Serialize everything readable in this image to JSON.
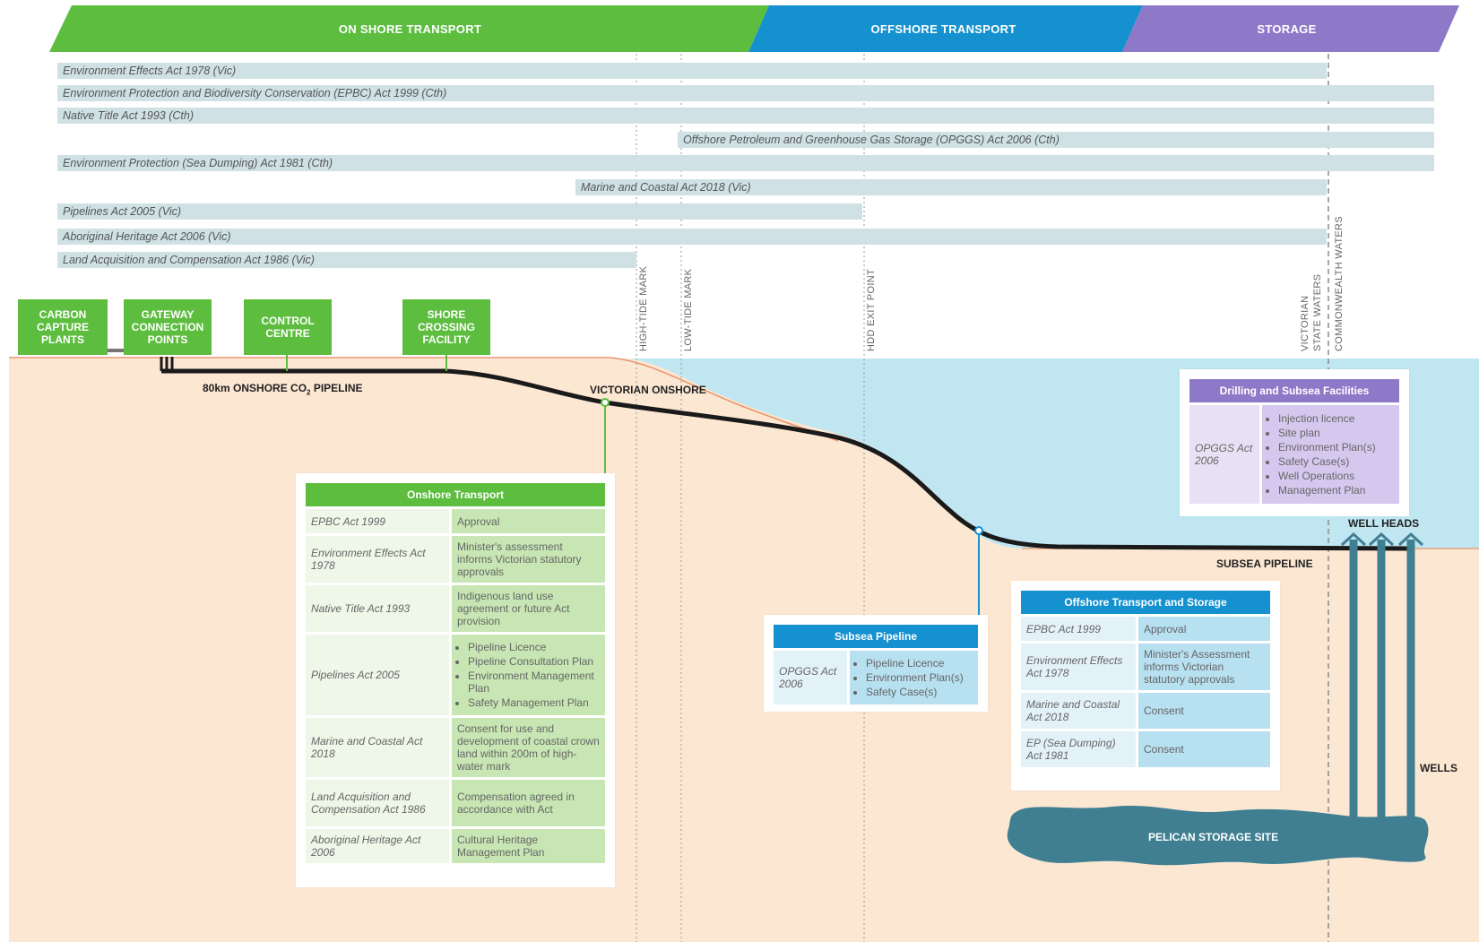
{
  "headers": {
    "onshore": "ON SHORE TRANSPORT",
    "offshore": "OFFSHORE TRANSPORT",
    "storage": "STORAGE"
  },
  "acts": [
    "Environment Effects Act 1978 (Vic)",
    "Environment Protection and Biodiversity Conservation (EPBC) Act 1999 (Cth)",
    "Native Title Act 1993 (Cth)",
    "Offshore Petroleum and Greenhouse Gas Storage (OPGGS) Act 2006 (Cth)",
    "Environment Protection (Sea Dumping) Act 1981 (Cth)",
    "Marine and Coastal Act 2018 (Vic)",
    "Pipelines Act 2005 (Vic)",
    "Aboriginal Heritage Act 2006 (Vic)",
    "Land Acquisition and Compensation Act 1986 (Vic)"
  ],
  "facilities": {
    "carbon_capture": "CARBON CAPTURE PLANTS",
    "gateway": "GATEWAY CONNECTION POINTS",
    "control": "CONTROL CENTRE",
    "shore_crossing": "SHORE CROSSING FACILITY"
  },
  "markers": {
    "high_tide": "HIGH-TIDE MARK",
    "low_tide": "LOW-TIDE MARK",
    "hdd_exit": "HDD EXIT POINT",
    "vic_state_waters_1": "VICTORIAN",
    "vic_state_waters_2": "STATE WATERS",
    "commonwealth_waters": "COMMONWEALTH WATERS"
  },
  "pipeline_labels": {
    "onshore_pipeline_prefix": "80km ONSHORE CO",
    "onshore_pipeline_sub": "2",
    "onshore_pipeline_suffix": " PIPELINE",
    "victorian_onshore": "VICTORIAN ONSHORE",
    "subsea_pipeline": "SUBSEA PIPELINE",
    "well_heads": "WELL HEADS",
    "wells": "WELLS",
    "pelican": "PELICAN STORAGE SITE"
  },
  "onshore_table": {
    "title": "Onshore Transport",
    "rows": [
      {
        "law": "EPBC Act 1999",
        "value": "Approval"
      },
      {
        "law": "Environment Effects Act 1978",
        "value": "Minister's assessment informs Victorian statutory approvals"
      },
      {
        "law": "Native Title Act 1993",
        "value": "Indigenous land use agreement or future Act provision"
      },
      {
        "law": "Pipelines Act 2005",
        "items": [
          "Pipeline Licence",
          "Pipeline Consultation Plan",
          "Environment Management Plan",
          "Safety Management Plan"
        ]
      },
      {
        "law": "Marine and Coastal Act 2018",
        "value": "Consent for use and development of coastal crown land within 200m of high-water mark"
      },
      {
        "law": "Land Acquisition and Compensation Act 1986",
        "value": "Compensation agreed in accordance with Act"
      },
      {
        "law": "Aboriginal Heritage Act 2006",
        "value": "Cultural Heritage Management Plan"
      }
    ]
  },
  "subsea_table": {
    "title": "Subsea Pipeline",
    "law": "OPGGS Act 2006",
    "items": [
      "Pipeline Licence",
      "Environment Plan(s)",
      "Safety Case(s)"
    ]
  },
  "offshore_table": {
    "title": "Offshore Transport and Storage",
    "rows": [
      {
        "law": "EPBC Act 1999",
        "value": "Approval"
      },
      {
        "law": "Environment Effects Act 1978",
        "value": "Minister's Assessment informs Victorian statutory approvals"
      },
      {
        "law": "Marine and Coastal Act 2018",
        "value": "Consent"
      },
      {
        "law": "EP (Sea Dumping) Act 1981",
        "value": "Consent"
      }
    ]
  },
  "drilling_table": {
    "title": "Drilling and Subsea Facilities",
    "law": "OPGGS Act 2006",
    "items": [
      "Injection licence",
      "Site plan",
      "Environment Plan(s)",
      "Safety Case(s)",
      "Well Operations",
      "Management Plan"
    ]
  },
  "colors": {
    "onshore_green": "#5cbd3f",
    "offshore_blue": "#1591cf",
    "storage_purple": "#8e79c8",
    "land": "#fce7d3",
    "sea": "#bfe6f1",
    "storage_site": "#3f7f91"
  }
}
